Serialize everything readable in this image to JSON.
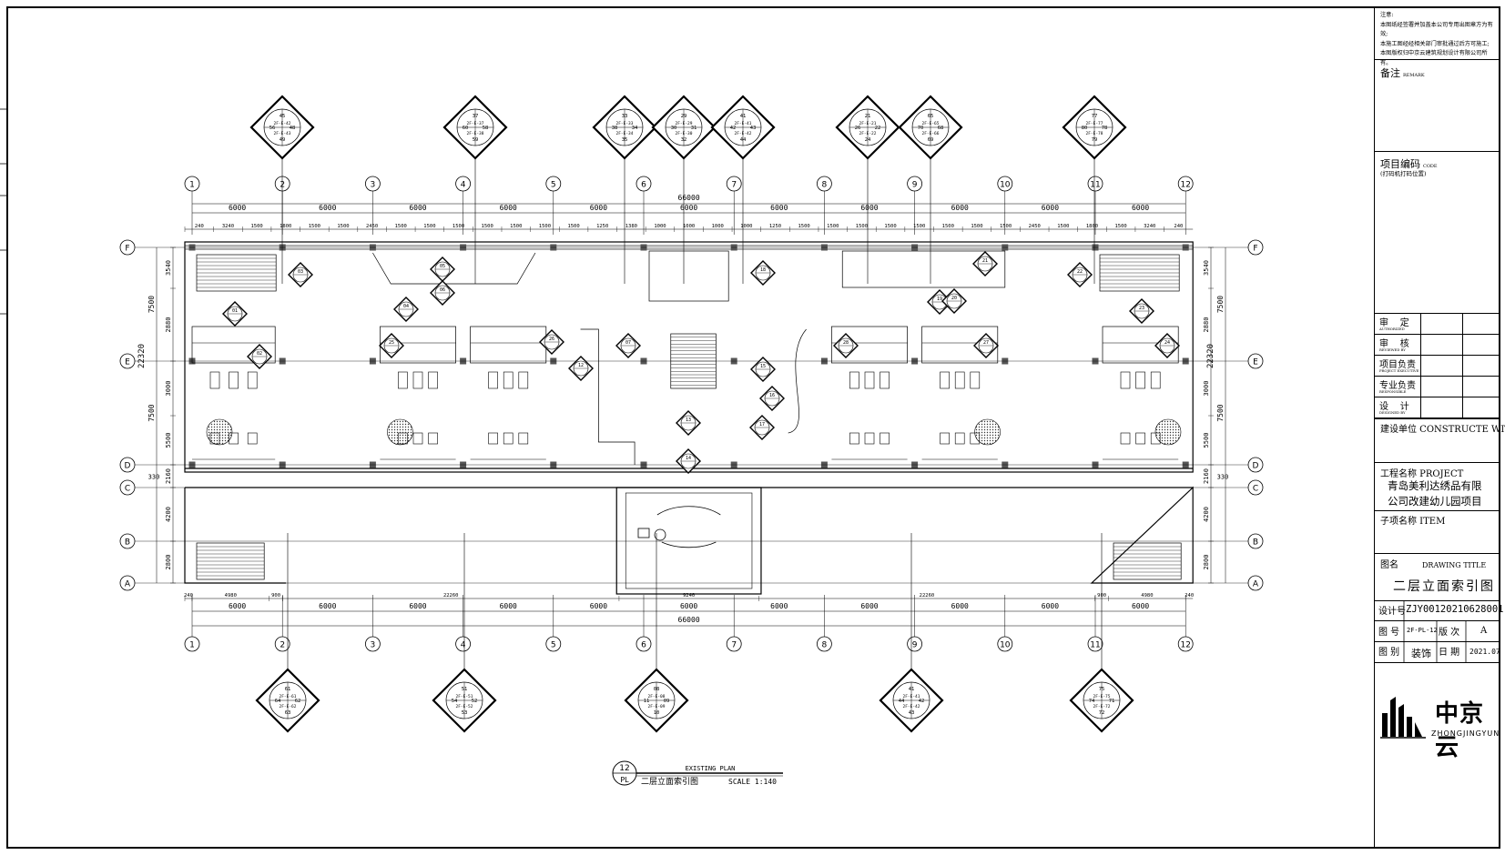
{
  "grid": {
    "columns": [
      "1",
      "2",
      "3",
      "4",
      "5",
      "6",
      "7",
      "8",
      "9",
      "10",
      "11",
      "12"
    ],
    "rows": [
      "F",
      "E",
      "D",
      "C",
      "B",
      "A"
    ],
    "bay_dims": [
      "6000",
      "6000",
      "6000",
      "6000",
      "6000",
      "6000",
      "6000",
      "6000",
      "6000",
      "6000",
      "6000"
    ],
    "overall": "66000",
    "left_dims": [
      "3540",
      "2880",
      "3000",
      "5500",
      "2160",
      "4200",
      "2800"
    ],
    "left_totals": [
      "7500",
      "22320",
      "7500"
    ],
    "right_dims": [
      "3540",
      "2880",
      "3000",
      "5500",
      "2160",
      "4200",
      "2800"
    ],
    "right_totals": [
      "7500",
      "22320",
      "7500"
    ],
    "row_gap_labels": [
      "330",
      "330"
    ],
    "detail_top": [
      "240",
      "3240",
      "1500",
      "1800",
      "1500",
      "1500",
      "2450",
      "1500",
      "1500",
      "1500",
      "1500",
      "1500",
      "1500",
      "1500",
      "1250",
      "1380",
      "1000",
      "1000",
      "1000",
      "1000",
      "1250",
      "1500",
      "1500",
      "1500",
      "1500",
      "1500",
      "1500",
      "1500",
      "1500",
      "2450",
      "1500",
      "1800",
      "1500",
      "3240",
      "240"
    ],
    "detail_bottom": [
      "240",
      "4980",
      "900",
      "22260",
      "9240",
      "22260",
      "900",
      "4980",
      "240"
    ]
  },
  "callouts": {
    "top": [
      {
        "values": [
          "45",
          "56",
          "48",
          "49"
        ],
        "refs": [
          "2F-E-42",
          "2F-E-43"
        ]
      },
      {
        "values": [
          "37",
          "60",
          "58",
          "59"
        ],
        "refs": [
          "2F-E-37",
          "2F-E-38"
        ]
      },
      {
        "values": [
          "33",
          "38",
          "34",
          "35"
        ],
        "refs": [
          "2F-E-33",
          "2F-E-34"
        ]
      },
      {
        "values": [
          "29",
          "30",
          "31",
          "32"
        ],
        "refs": [
          "2F-E-29",
          "2F-E-30"
        ]
      },
      {
        "values": [
          "41",
          "42",
          "43",
          "44"
        ],
        "refs": [
          "2F-E-41",
          "2F-E-42"
        ]
      },
      {
        "values": [
          "21",
          "26",
          "22",
          "24"
        ],
        "refs": [
          "2F-E-21",
          "2F-E-22"
        ]
      },
      {
        "values": [
          "65",
          "70",
          "68",
          "69"
        ],
        "refs": [
          "2F-E-65",
          "2F-E-66"
        ]
      },
      {
        "values": [
          "77",
          "80",
          "78",
          "79"
        ],
        "refs": [
          "2F-E-77",
          "2F-E-78"
        ]
      }
    ],
    "bottom": [
      {
        "values": [
          "61",
          "64",
          "62",
          "63"
        ],
        "refs": [
          "2F-E-61",
          "2F-E-62"
        ]
      },
      {
        "values": [
          "51",
          "54",
          "52",
          "53"
        ],
        "refs": [
          "2F-E-51",
          "2F-E-52"
        ]
      },
      {
        "values": [
          "08",
          "11",
          "09",
          "10"
        ],
        "refs": [
          "2F-E-08",
          "2F-E-09"
        ]
      },
      {
        "values": [
          "41",
          "44",
          "42",
          "43"
        ],
        "refs": [
          "2F-E-41",
          "2F-E-42"
        ]
      },
      {
        "values": [
          "75",
          "74",
          "71",
          "72"
        ],
        "refs": [
          "2F-E-75",
          "2F-E-72"
        ]
      }
    ],
    "small": [
      "01",
      "02",
      "03",
      "04",
      "05",
      "06",
      "07",
      "12",
      "13",
      "14",
      "15",
      "16",
      "17",
      "18",
      "19",
      "20",
      "21",
      "22",
      "23",
      "24",
      "25",
      "26",
      "27",
      "28"
    ]
  },
  "plan_title": {
    "number": "12",
    "sheet": "PL",
    "en": "EXISTING PLAN",
    "cn": "二层立面索引图",
    "scale": "SCALE 1:140"
  },
  "titleblock": {
    "notes": [
      "注意:",
      "本图纸经签署并加盖本公司专用出图章方为有效;",
      "本施工图经经相关部门审批通过后方可施工;",
      "本图版权归中京云建筑规划设计有限公司所有。"
    ],
    "remarks": "备注",
    "remarks_en": "REMARK",
    "project_code": "项目编码",
    "project_code_en": "CODE",
    "project_code_note": "(打码机打码位置)",
    "approval": [
      {
        "label": "审    定",
        "en": "AUTHORIZED"
      },
      {
        "label": "审    核",
        "en": "REVIEWED BY"
      },
      {
        "label": "项目负责",
        "en": "PROJECT EXECUTIVE"
      },
      {
        "label": "专业负责",
        "en": "RESPONSIBLE"
      },
      {
        "label": "设    计",
        "en": "DESIGNED BY"
      }
    ],
    "construct": "建设单位  CONSTRUCTE WITH",
    "project_label": "工程名称  PROJECT",
    "project_name_1": "青岛美利达绣品有限",
    "project_name_2": "公司改建幼儿园项目",
    "item_label": "子项名称  ITEM",
    "drawing_label": "图名",
    "drawing_label_en": "DRAWING TITLE",
    "drawing_title": "二层立面索引图",
    "design_no_label": "设计号",
    "design_no": "ZJY00120210628001",
    "drawing_no_label": "图  号",
    "drawing_no": "2F-PL-12",
    "version_label": "版  次",
    "version": "A",
    "category_label": "图  别",
    "category": "装饰",
    "date_label": "日  期",
    "date": "2021.07",
    "logo_cn": "中京云",
    "logo_en": "ZHONGJINGYUN"
  },
  "colors": {
    "line": "#000000",
    "grey": "#8a8a8a",
    "paper": "#ffffff"
  }
}
